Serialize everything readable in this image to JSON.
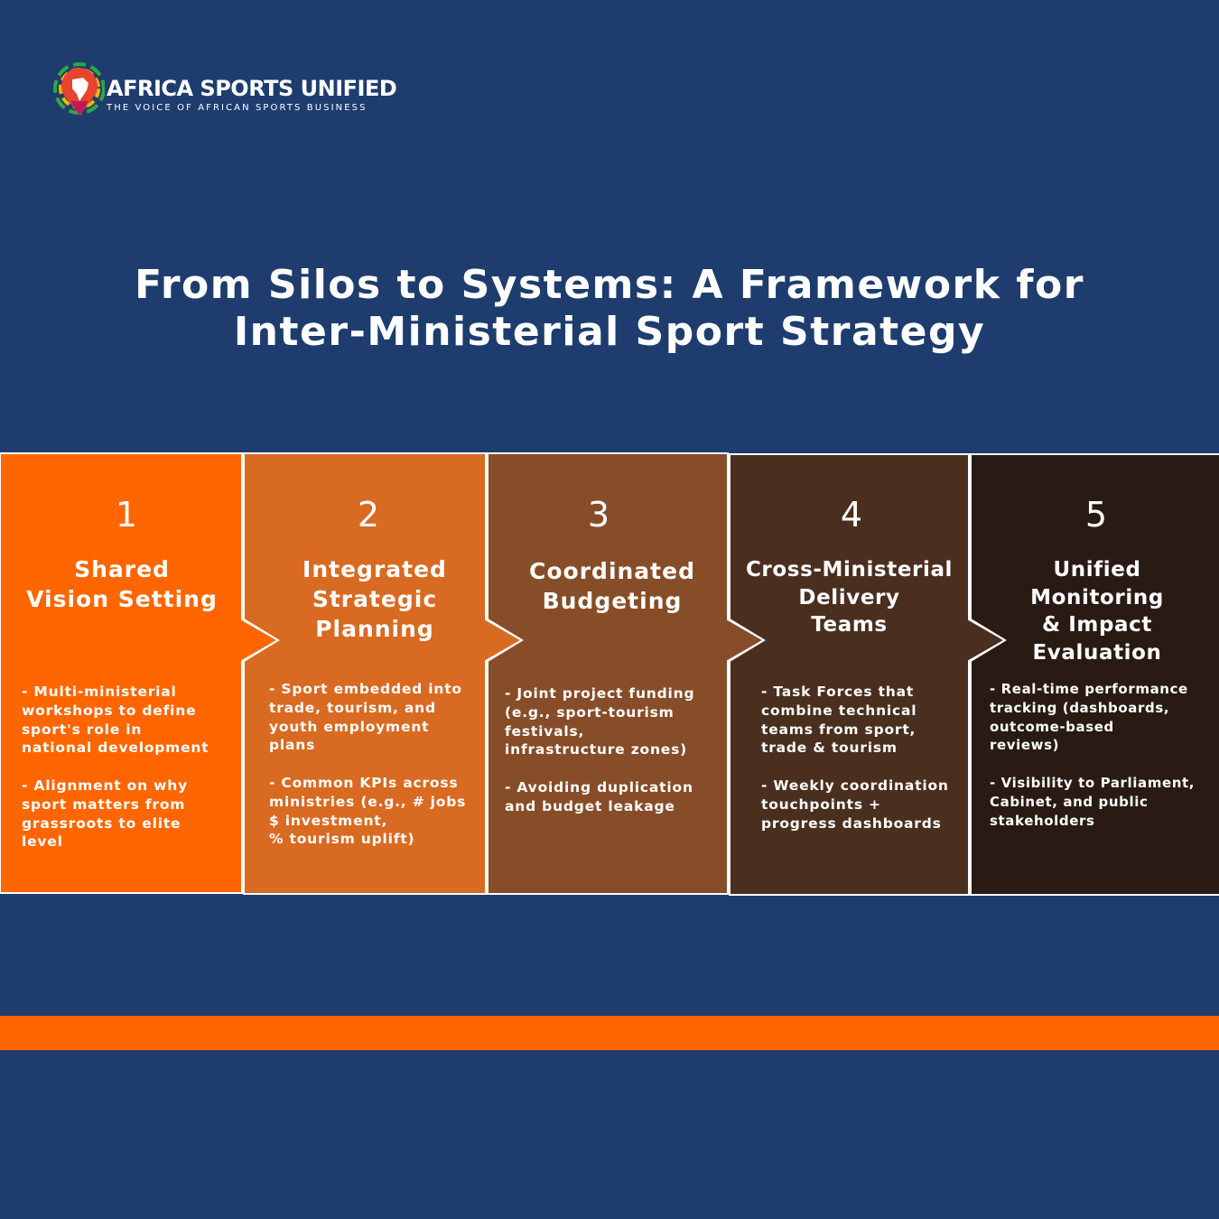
{
  "brand": {
    "name": "AFRICA SPORTS UNIFIED",
    "tagline": "THE VOICE OF AFRICAN SPORTS BUSINESS"
  },
  "title": {
    "line1": "From Silos to Systems: A Framework for",
    "line2": "Inter-Ministerial Sport Strategy"
  },
  "colors": {
    "background": "#1e3d6e",
    "accent_bar": "#ff6600",
    "step1": "#ff6600",
    "step2": "#d96a22",
    "step3": "#874d28",
    "step4": "#4a2f1f",
    "step5": "#291b14"
  },
  "steps": [
    {
      "number": "1",
      "title": "Shared\nVision Setting",
      "body": "- Multi-ministerial\nworkshops to define\nsport's role in\nnational development\n\n- Alignment on why\nsport matters from\ngrassroots to elite\nlevel"
    },
    {
      "number": "2",
      "title": "Integrated\nStrategic\nPlanning",
      "body": "- Sport embedded into\ntrade, tourism, and\nyouth employment\nplans\n\n- Common KPIs across\nministries (e.g., # jobs\n$ investment,\n% tourism uplift)"
    },
    {
      "number": "3",
      "title": "Coordinated\nBudgeting",
      "body": "- Joint project funding\n(e.g., sport-tourism\nfestivals,\ninfrastructure zones)\n\n- Avoiding duplication\nand budget leakage"
    },
    {
      "number": "4",
      "title": "Cross-Ministerial\nDelivery\nTeams",
      "body": "- Task Forces that\ncombine technical\nteams from sport,\ntrade & tourism\n\n- Weekly coordination\ntouchpoints +\nprogress dashboards"
    },
    {
      "number": "5",
      "title": "Unified\nMonitoring\n& Impact\nEvaluation",
      "body": "- Real-time performance\ntracking (dashboards,\noutcome-based\nreviews)\n\n- Visibility to Parliament,\nCabinet, and public\nstakeholders"
    }
  ]
}
